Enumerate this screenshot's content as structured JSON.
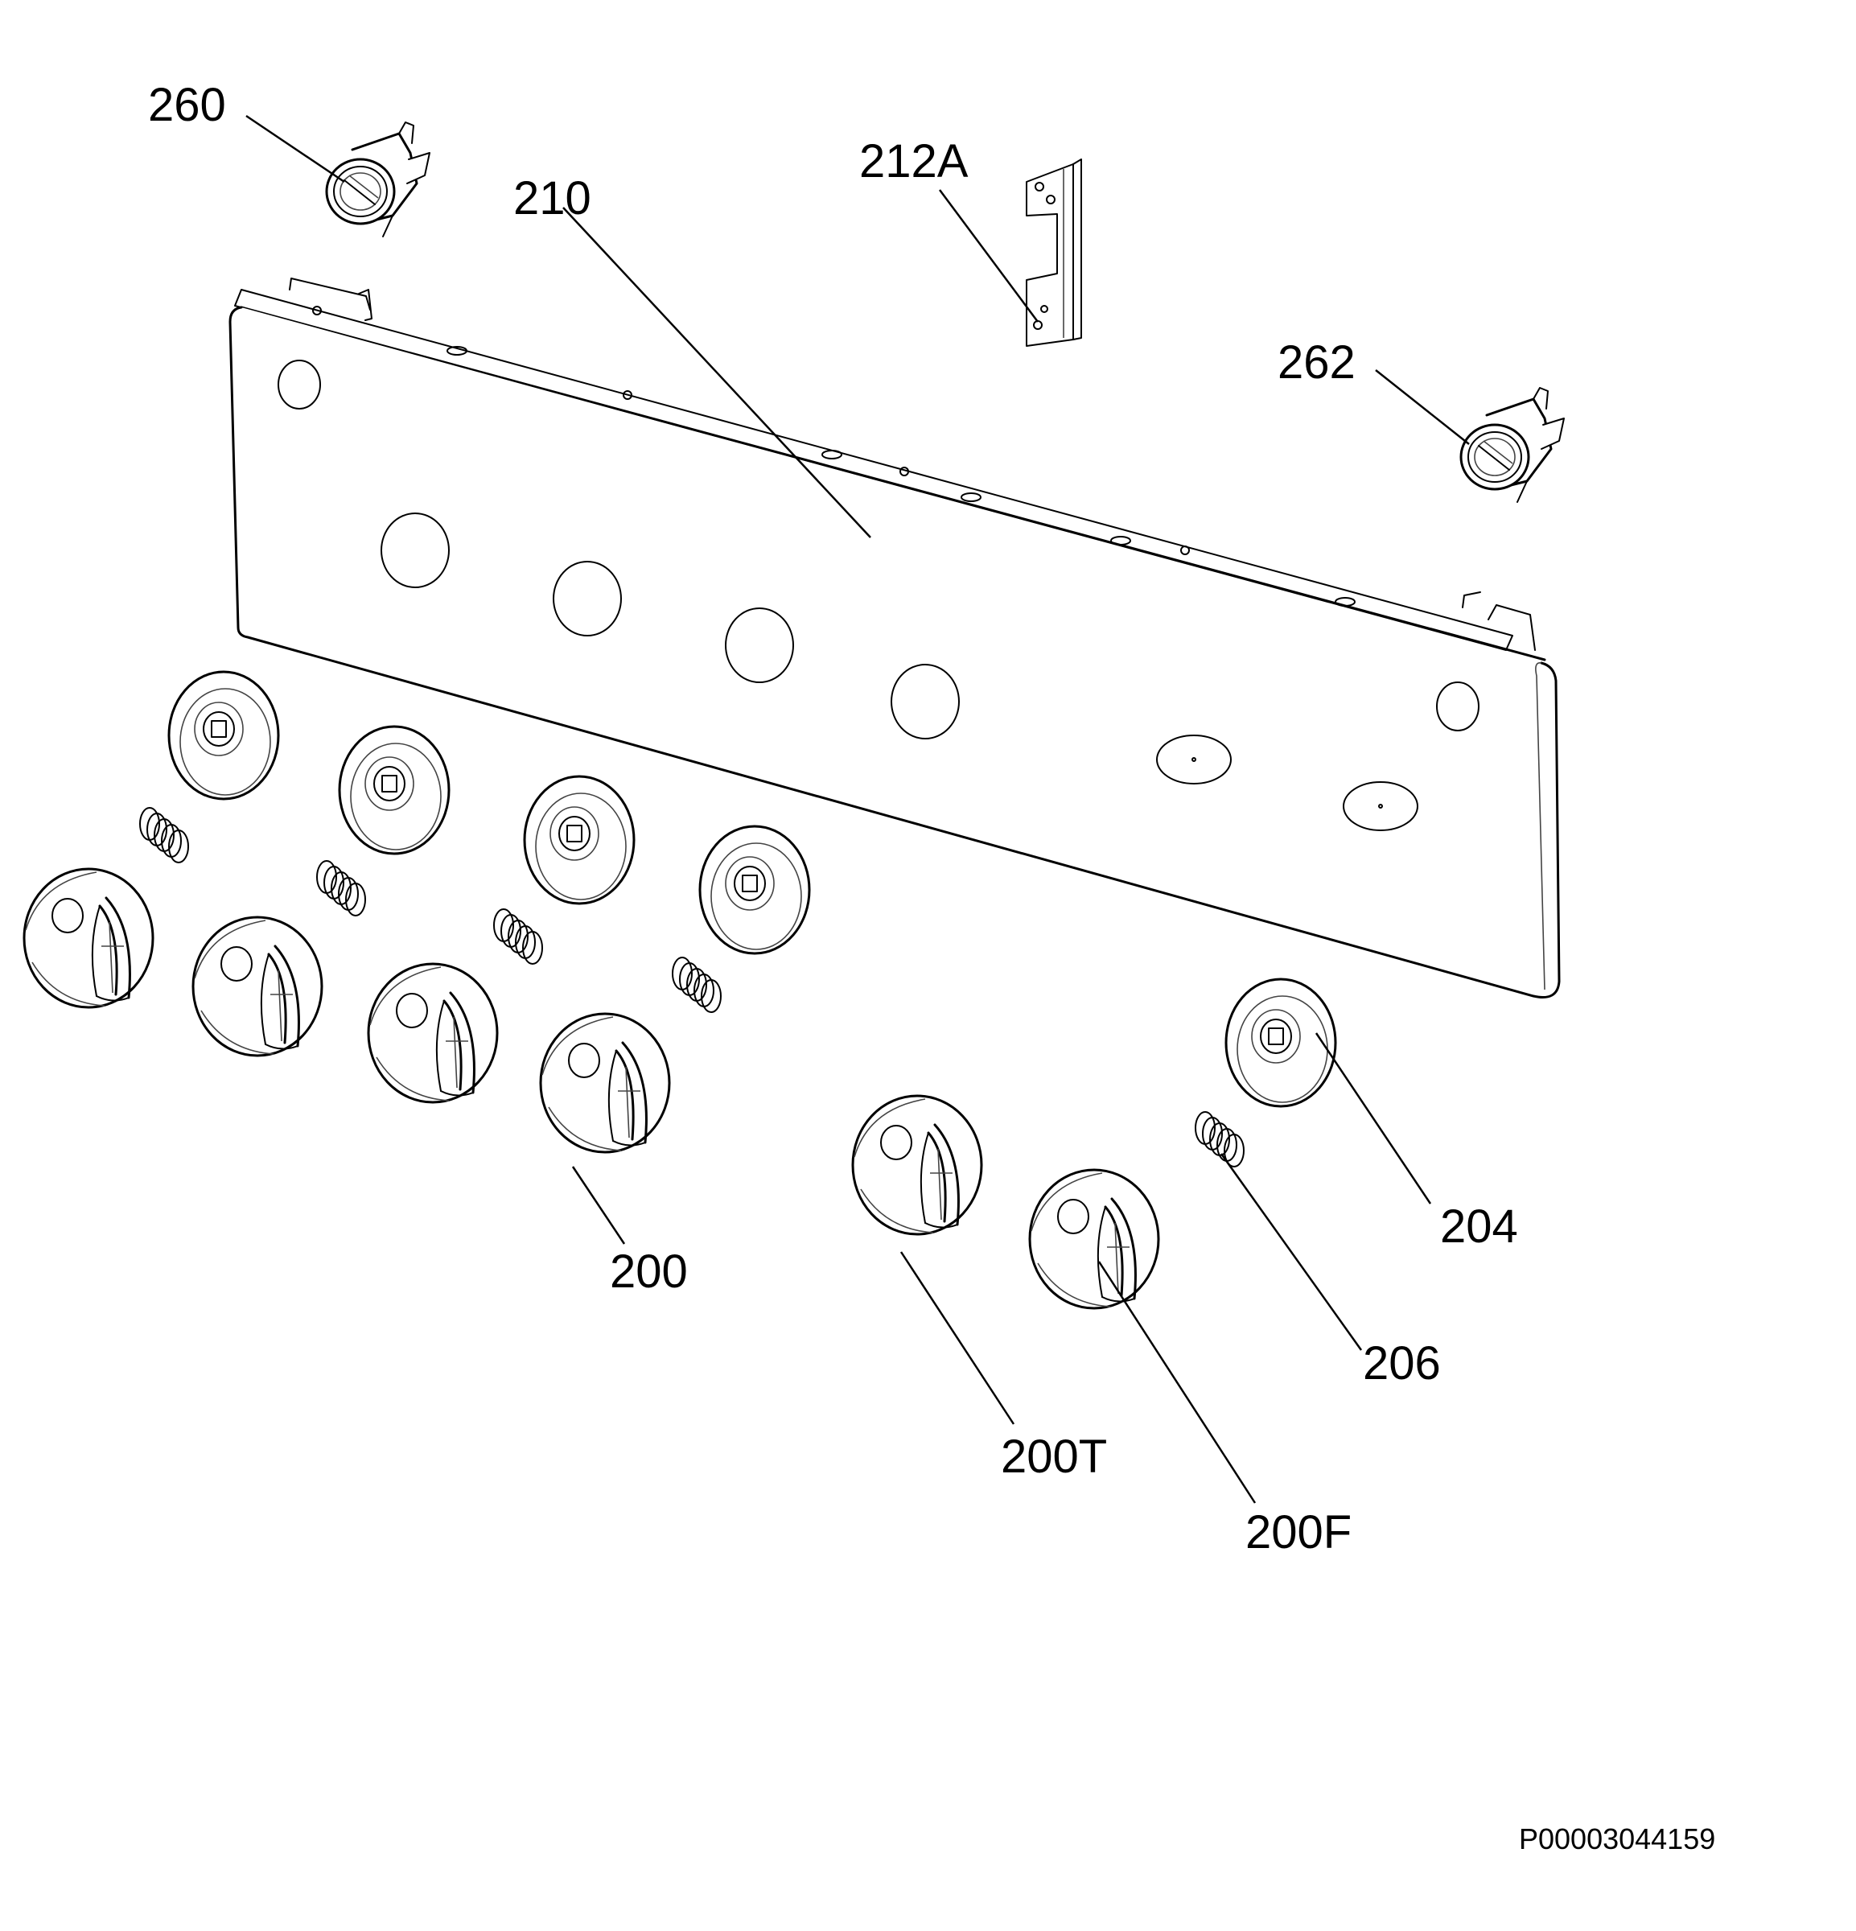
{
  "labels": {
    "lamp_left": "260",
    "panel": "210",
    "bracket": "212A",
    "lamp_right": "262",
    "knob_bezel": "204",
    "knob": "200",
    "spring": "206",
    "knob_t": "200T",
    "knob_f": "200F"
  },
  "document_code": "P00003044159"
}
